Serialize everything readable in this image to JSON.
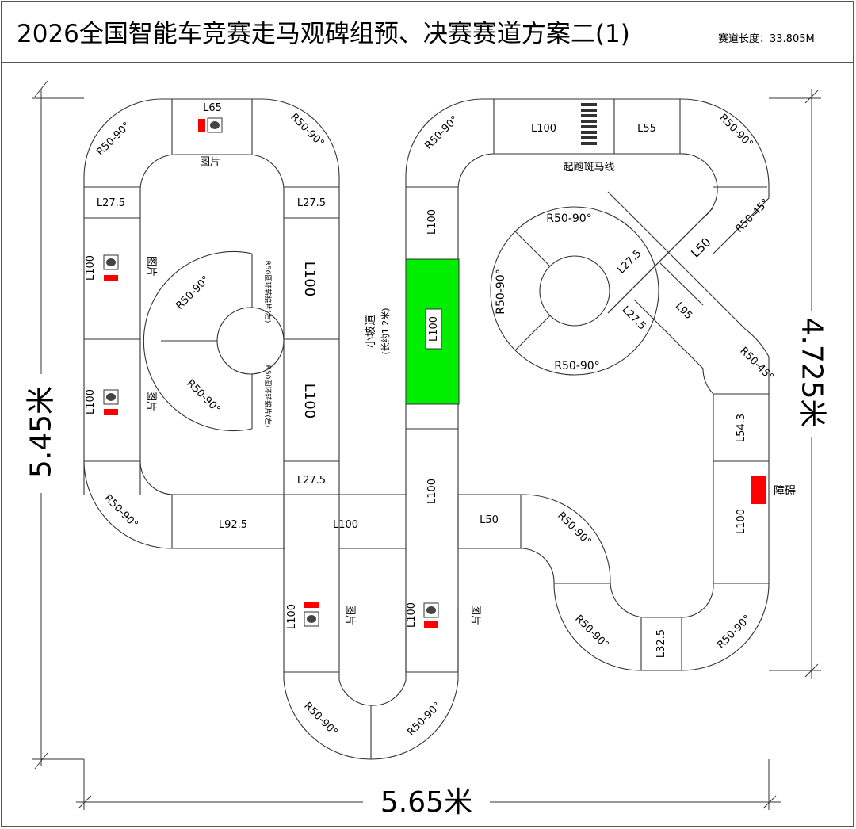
{
  "header": {
    "title": "2026全国智能车竞赛走马观碑组预、决赛赛道方案二(1)",
    "track_length": "赛道长度：33.805M"
  },
  "dimensions": {
    "left_height": "5.45米",
    "right_height": "4.725米",
    "bottom_width": "5.65米"
  },
  "segments": {
    "top_left_arc_left": "R50-90°",
    "top_left_straight": "L65",
    "top_left_arc_right": "R50-90°",
    "top_left_picture": "图片",
    "left_upper_L27": "L27.5",
    "center_upper_L27": "L27.5",
    "left_L100_a": "L100",
    "left_L100_b": "L100",
    "left_picture_a": "图片",
    "left_picture_b": "图片",
    "circle_left_top_arc": "R50-90°",
    "circle_left_bottom_arc": "R50-90°",
    "circle_left_ring_a": "R50圆环转接片(右)",
    "circle_left_ring_b": "R50圆环转接片(左)",
    "center_L100_a": "L100",
    "center_L100_b": "L100",
    "center_lower_L27": "L27.5",
    "bottom_left_arc": "R50-90°",
    "bottom_L92": "L92.5",
    "bottom_L100": "L100",
    "ramp_upper_L100": "L100",
    "ramp_label": "L100",
    "ramp_lower_L100": "L100",
    "ramp_title": "小坡道",
    "ramp_subtitle": "(长约1.2米)",
    "bottom_L50": "L50",
    "bottom_right_arc_upper": "R50-90°",
    "lower_left_L100": "L100",
    "lower_left_picture": "图片",
    "lower_mid_L100": "L100",
    "lower_mid_picture": "图片",
    "bottom_arc_left": "R50-90°",
    "bottom_arc_right": "R50-90°",
    "top_right_arc_left": "R50-90°",
    "top_right_L100": "L100",
    "top_right_L55": "L55",
    "top_right_arc_right": "R50-90°",
    "zebra_label": "起跑斑马线",
    "right_circle_top": "R50-90°",
    "right_circle_left": "R50-90°",
    "right_circle_bottom": "R50-90°",
    "diag_L27_a": "L27.5",
    "diag_L27_b": "L27.5",
    "diag_L50": "L50",
    "diag_L95": "L95",
    "right_R50_45_top": "R50-45°",
    "right_R50_45_bottom": "R50-45°",
    "right_L54": "L54.3",
    "right_L100": "L100",
    "obstacle_label": "障碍",
    "right_bottom_arc_left": "R50-90°",
    "right_bottom_L32": "L32.5",
    "right_bottom_arc_right": "R50-90°"
  },
  "colors": {
    "ramp": "#00ee00",
    "obstacle": "#ff0000",
    "track_line": "#333333"
  }
}
